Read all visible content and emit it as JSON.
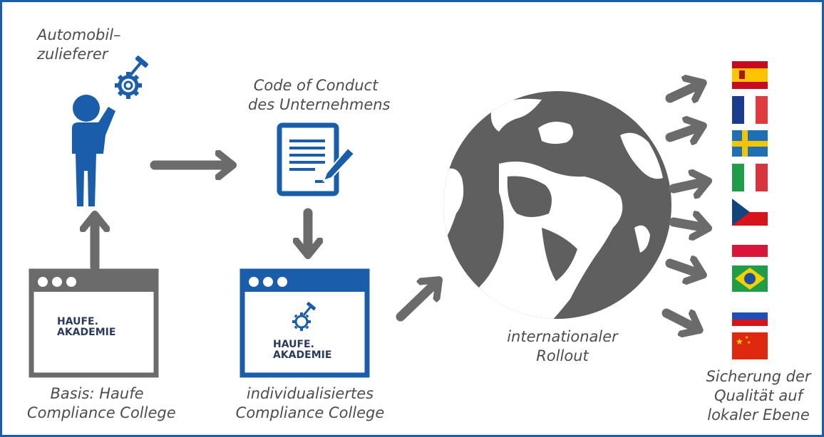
{
  "labels": {
    "supplier": [
      "Automobil–",
      "zulieferer"
    ],
    "code_of_conduct": [
      "Code of Conduct",
      "des Unternehmens"
    ],
    "basis": [
      "Basis: Haufe",
      "Compliance College"
    ],
    "individualized": [
      "individualisiertes",
      "Compliance College"
    ],
    "rollout": [
      "internationaler",
      "Rollout"
    ],
    "quality": [
      "Sicherung der",
      "Qualität auf",
      "lokaler Ebene"
    ]
  },
  "logo": {
    "line1": "HAUFE.",
    "line2": "AKADEMIE"
  },
  "flags": [
    "spain-flag",
    "france-flag",
    "sweden-flag",
    "italy-flag",
    "czech-flag",
    "poland-flag",
    "brazil-flag",
    "russia-flag",
    "china-flag"
  ],
  "colors": {
    "border": "#1a5eab",
    "brand_blue": "#1a5eab",
    "arrow_gray": "#6b6b6b",
    "text_gray": "#4d4d4d",
    "globe": "#5f5f5f"
  }
}
